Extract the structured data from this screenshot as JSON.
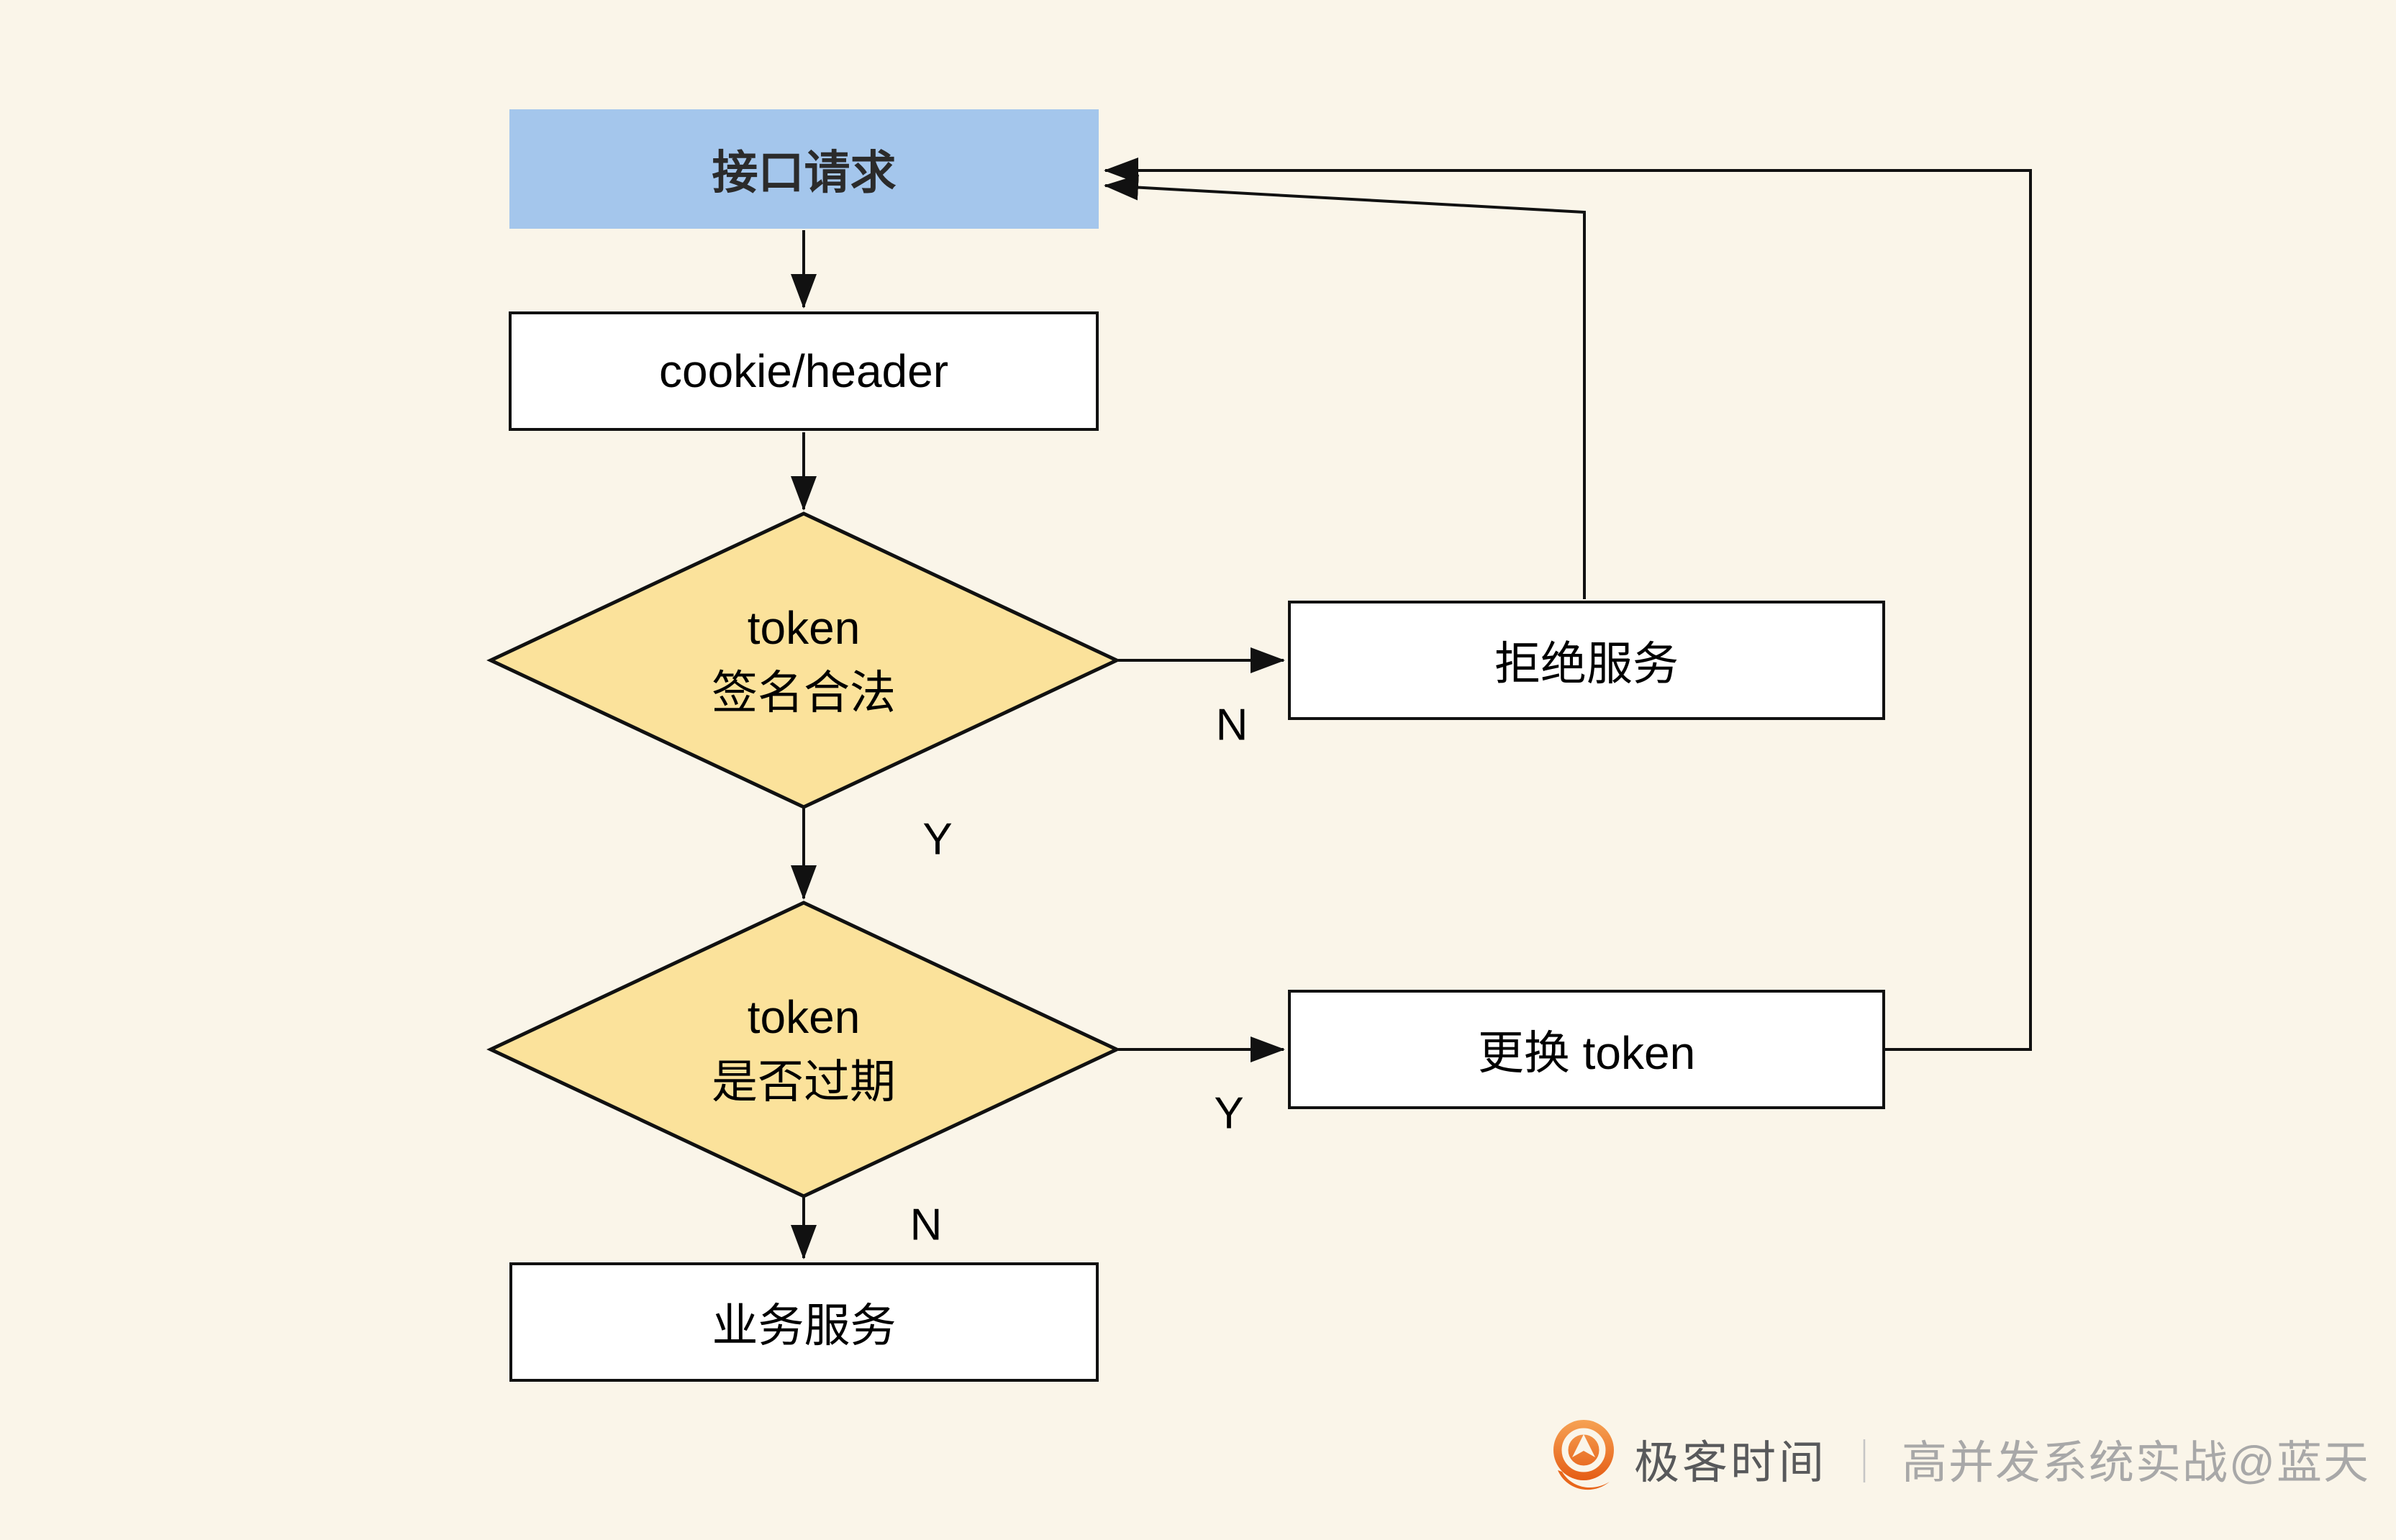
{
  "nodes": {
    "start": {
      "label": "接口请求"
    },
    "cookie": {
      "label": "cookie/header"
    },
    "check_sign": {
      "line1": "token",
      "line2": "签名合法"
    },
    "reject": {
      "label": "拒绝服务"
    },
    "check_expire": {
      "line1": "token",
      "line2": "是否过期"
    },
    "renew": {
      "label": "更换 token"
    },
    "biz": {
      "label": "业务服务"
    }
  },
  "edge_labels": {
    "sign_no": "N",
    "sign_yes": "Y",
    "expire_yes": "Y",
    "expire_no": "N"
  },
  "watermark": {
    "brand": "极客时间",
    "divider": "｜",
    "credit": "高并发系统实战@蓝天"
  },
  "colors": {
    "background": "#FAF5E9",
    "start_fill": "#A4C6EC",
    "diamond_fill": "#FBE29B",
    "node_fill": "#FFFFFF",
    "line": "#111111",
    "watermark_brand": "#58595B",
    "watermark_credit": "#A8A8A8",
    "logo_orange_top": "#F6A254",
    "logo_orange_bottom": "#E55D15"
  }
}
